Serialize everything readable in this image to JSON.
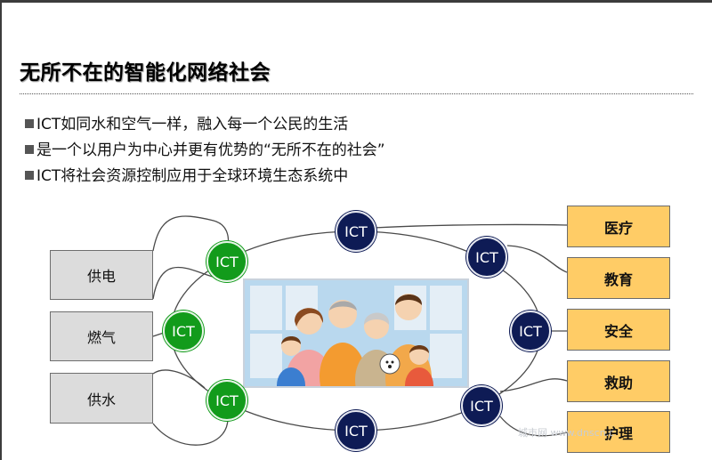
{
  "title": "无所不在的智能化网络社会",
  "bullets": [
    "ICT如同水和空气一样，融入每一个公民的生活",
    "是一个以用户为中心并更有优势的“无所不在的社会”",
    "ICT将社会资源控制应用于全球环境生态系统中"
  ],
  "left_boxes": [
    "供电",
    "燃气",
    "供水"
  ],
  "right_boxes": [
    "医疗",
    "教育",
    "安全",
    "救助",
    "护理"
  ],
  "ict_label": "ICT",
  "colors": {
    "green_node": "#129b1b",
    "navy_node": "#0e1b55",
    "left_box": "#dcdcdc",
    "right_box": "#ffcc66"
  },
  "watermark": "城市网 www.dnscn.c"
}
